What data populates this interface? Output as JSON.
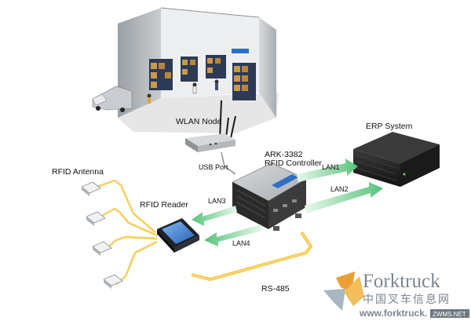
{
  "labels": {
    "wlan_node": "WLAN Node",
    "controller_line1": "ARK-3382",
    "controller_line2": "RFID Controller",
    "erp_system": "ERP System",
    "usb_port": "USB Port",
    "rfid_antenna": "RFID Antenna",
    "rfid_reader": "RFID Reader",
    "lan1": "LAN1",
    "lan2": "LAN2",
    "lan3": "LAN3",
    "lan4": "LAN4",
    "rs485": "RS-485"
  },
  "watermark": {
    "brand": "Forktruck",
    "chinese": "中国叉车信息网",
    "url": "www.forktruck.",
    "badge": "ZWMS.NET"
  },
  "colors": {
    "cable_yellow": "#f3c33c",
    "cable_green": "#5cc77c",
    "device_dark": "#2a2a2a",
    "device_blue": "#2f6fc4",
    "watermark_gray": "#6c7a84",
    "watermark_orange": "#e8941f"
  },
  "icons": [
    "warehouse-scene",
    "forklift-truck-icon",
    "wlan-router-icon",
    "rfid-controller-box",
    "erp-server-icon",
    "rfid-reader-icon",
    "rfid-antenna-tag"
  ]
}
